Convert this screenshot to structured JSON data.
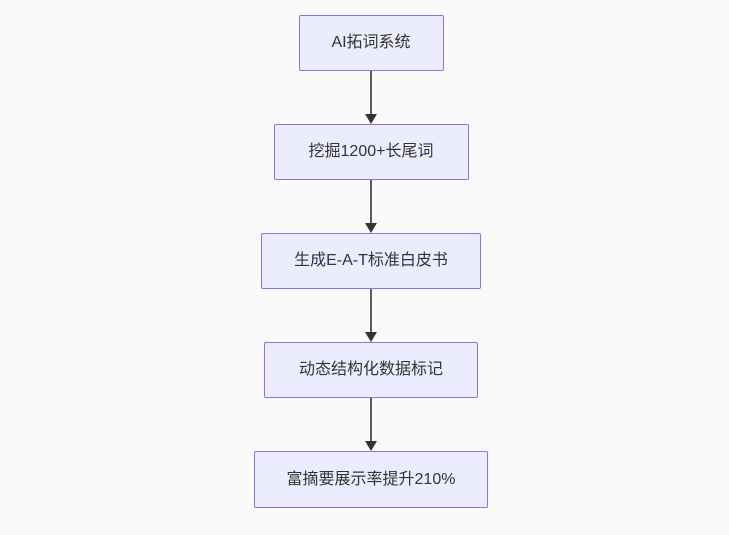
{
  "flowchart": {
    "type": "vertical-flow",
    "nodes": [
      {
        "label": "AI拓词系统"
      },
      {
        "label": "挖掘1200+长尾词"
      },
      {
        "label": "生成E-A-T标准白皮书"
      },
      {
        "label": "动态结构化数据标记"
      },
      {
        "label": "富摘要展示率提升210%"
      }
    ],
    "edges": [
      {
        "from": 0,
        "to": 1
      },
      {
        "from": 1,
        "to": 2
      },
      {
        "from": 2,
        "to": 3
      },
      {
        "from": 3,
        "to": 4
      }
    ],
    "colors": {
      "node_fill": "#ECECFF",
      "node_border": "#9370DB",
      "arrow_line": "#5b5b5b",
      "arrow_head": "#333333",
      "text": "#333333",
      "background": "#FAFAFA"
    }
  }
}
